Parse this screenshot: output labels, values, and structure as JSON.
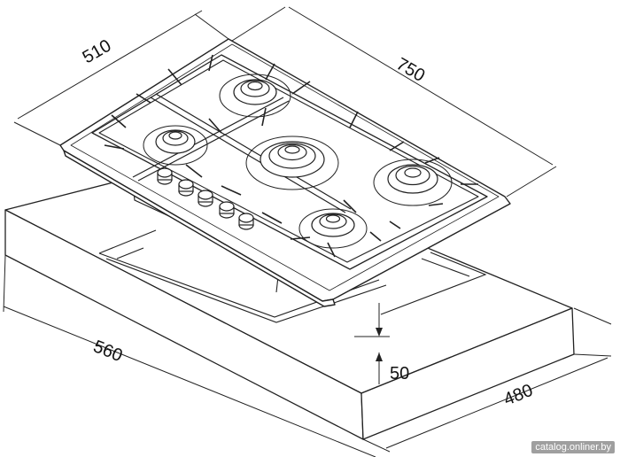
{
  "dimensions": {
    "depth": "510",
    "width": "750",
    "cutout_width": "560",
    "cutout_depth": "480",
    "height": "50"
  },
  "watermark": "catalog.onliner.by",
  "colors": {
    "line": "#222222",
    "fill": "#ffffff"
  }
}
